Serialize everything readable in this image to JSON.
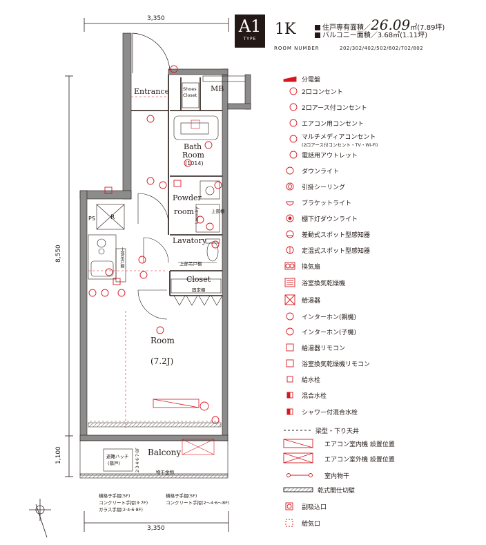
{
  "header": {
    "type_code": "A1",
    "type_label": "TYPE",
    "layout": "1K",
    "private_area_prefix": "住戸専有面積／",
    "private_area_value": "26.09",
    "private_area_suffix": "㎡(7.89坪)",
    "balcony_area": "バルコニー面積／3.68㎡(1.11坪)",
    "room_number_label": "ROOM NUMBER",
    "room_numbers": "202/302/402/502/602/702/802"
  },
  "dimensions": {
    "top_width": "3,350",
    "bottom_width": "3,350",
    "main_depth": "8,550",
    "balcony_depth": "1,100"
  },
  "rooms": {
    "entrance": "Entrance",
    "shoes_closet_1": "Shoes",
    "shoes_closet_2": "Closet",
    "mb": "MB",
    "bath_1": "Bath",
    "bath_2": "Room",
    "bath_size": "(1014)",
    "powder_1": "Powder",
    "powder_2": "room",
    "laundry": "Laundry",
    "upper_storage": "上部棚",
    "ps": "PS",
    "r_mark": "R",
    "lavatory": "Lavatory",
    "upper_cupboard_1": "上部吊戸棚",
    "upper_cupboard_2": "上部吊戸棚",
    "closet": "Closet",
    "fixed_shelf": "固定棚",
    "room": "Room",
    "room_size": "(7.2J)",
    "balcony": "Balcony",
    "hatch_1": "避難ハッチ",
    "hatch_2": "(隣戸)",
    "floors_label": "2·3·4·6·7·8F",
    "clothes_hanger": "物干金物"
  },
  "notes": {
    "left_1": "横格子手摺(5F)",
    "left_2": "コンクリート手摺(3·7F)",
    "left_3": "ガラス手摺(2·4·6·8F)",
    "right_1": "横格子手摺(5F)",
    "right_2": "コンクリート手摺(2〜4·6〜8F)"
  },
  "legend": [
    {
      "icon": "distribution-board-icon",
      "label": "分電盤"
    },
    {
      "icon": "double-outlet-icon",
      "label": "2口コンセント"
    },
    {
      "icon": "grounded-outlet-icon",
      "label": "2口アース付コンセント"
    },
    {
      "icon": "ac-outlet-icon",
      "label": "エアコン用コンセント"
    },
    {
      "icon": "multimedia-outlet-icon",
      "label": "マルチメディアコンセント",
      "sub": "(2口アース付コンセント・TV・Wi-Fi)"
    },
    {
      "icon": "phone-outlet-icon",
      "label": "電話用アウトレット"
    },
    {
      "icon": "downlight-icon",
      "label": "ダウンライト"
    },
    {
      "icon": "ceiling-hook-icon",
      "label": "引掛シーリング"
    },
    {
      "icon": "bracket-light-icon",
      "label": "ブラケットライト"
    },
    {
      "icon": "under-shelf-light-icon",
      "label": "棚下灯ダウンライト"
    },
    {
      "icon": "rate-sensor-icon",
      "label": "差動式スポット型感知器"
    },
    {
      "icon": "fixed-sensor-icon",
      "label": "定温式スポット型感知器"
    },
    {
      "icon": "ventilation-fan-icon",
      "label": "換気扇"
    },
    {
      "icon": "bath-dryer-icon",
      "label": "浴室換気乾燥機"
    },
    {
      "icon": "water-heater-icon",
      "label": "給湯器"
    },
    {
      "icon": "intercom-main-icon",
      "label": "インターホン(親機)"
    },
    {
      "icon": "intercom-sub-icon",
      "label": "インターホン(子機)"
    },
    {
      "icon": "heater-remote-icon",
      "label": "給湯器リモコン"
    },
    {
      "icon": "dryer-remote-icon",
      "label": "浴室換気乾燥機リモコン"
    },
    {
      "icon": "water-faucet-icon",
      "label": "給水栓"
    },
    {
      "icon": "mixing-faucet-icon",
      "label": "混合水栓"
    },
    {
      "icon": "shower-faucet-icon",
      "label": "シャワー付混合水栓"
    },
    {
      "icon": "beam-line-icon",
      "label": "梁型・下り天井"
    },
    {
      "icon": "ac-indoor-icon",
      "label": "エアコン室内機 設置位置"
    },
    {
      "icon": "ac-outdoor-icon",
      "label": "エアコン室外機 設置位置"
    },
    {
      "icon": "indoor-dryer-icon",
      "label": "室内物干"
    },
    {
      "icon": "partition-wall-icon",
      "label": "乾式間仕切壁"
    },
    {
      "icon": "intake-icon",
      "label": "副吸込口"
    },
    {
      "icon": "air-supply-icon",
      "label": "給気口"
    }
  ],
  "colors": {
    "ink": "#231815",
    "red": "#d7161e",
    "wall": "#8c8c8c"
  }
}
